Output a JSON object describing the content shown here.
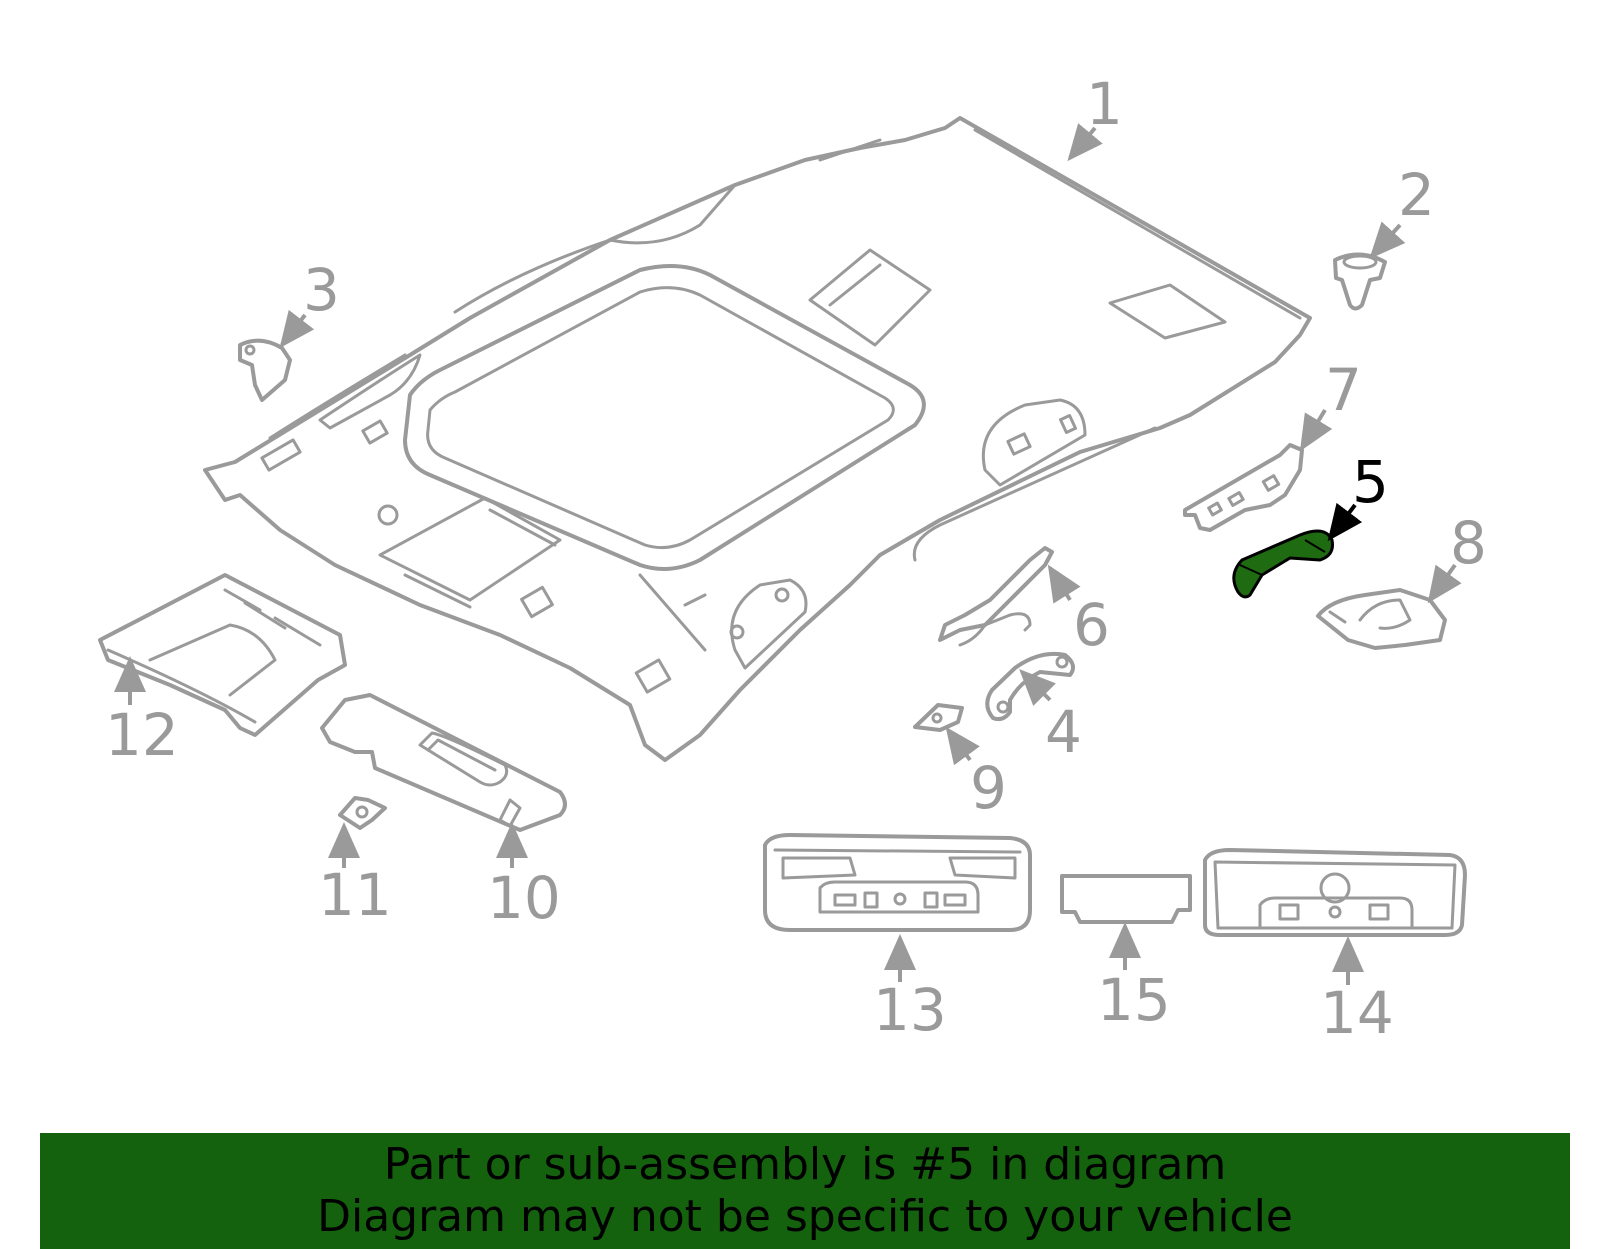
{
  "callouts": {
    "c1": "1",
    "c2": "2",
    "c3": "3",
    "c4": "4",
    "c5": "5",
    "c6": "6",
    "c7": "7",
    "c8": "8",
    "c9": "9",
    "c10": "10",
    "c11": "11",
    "c12": "12",
    "c13": "13",
    "c14": "14",
    "c15": "15"
  },
  "highlight": {
    "part": "5",
    "color": "#1f6b12"
  },
  "colors": {
    "line_art": "#9a9a9a",
    "banner_bg": "#14610e",
    "banner_text": "#000000"
  },
  "banner": {
    "line1": "Part or sub-assembly is #5 in diagram",
    "line2": "Diagram may not be specific to your vehicle"
  }
}
